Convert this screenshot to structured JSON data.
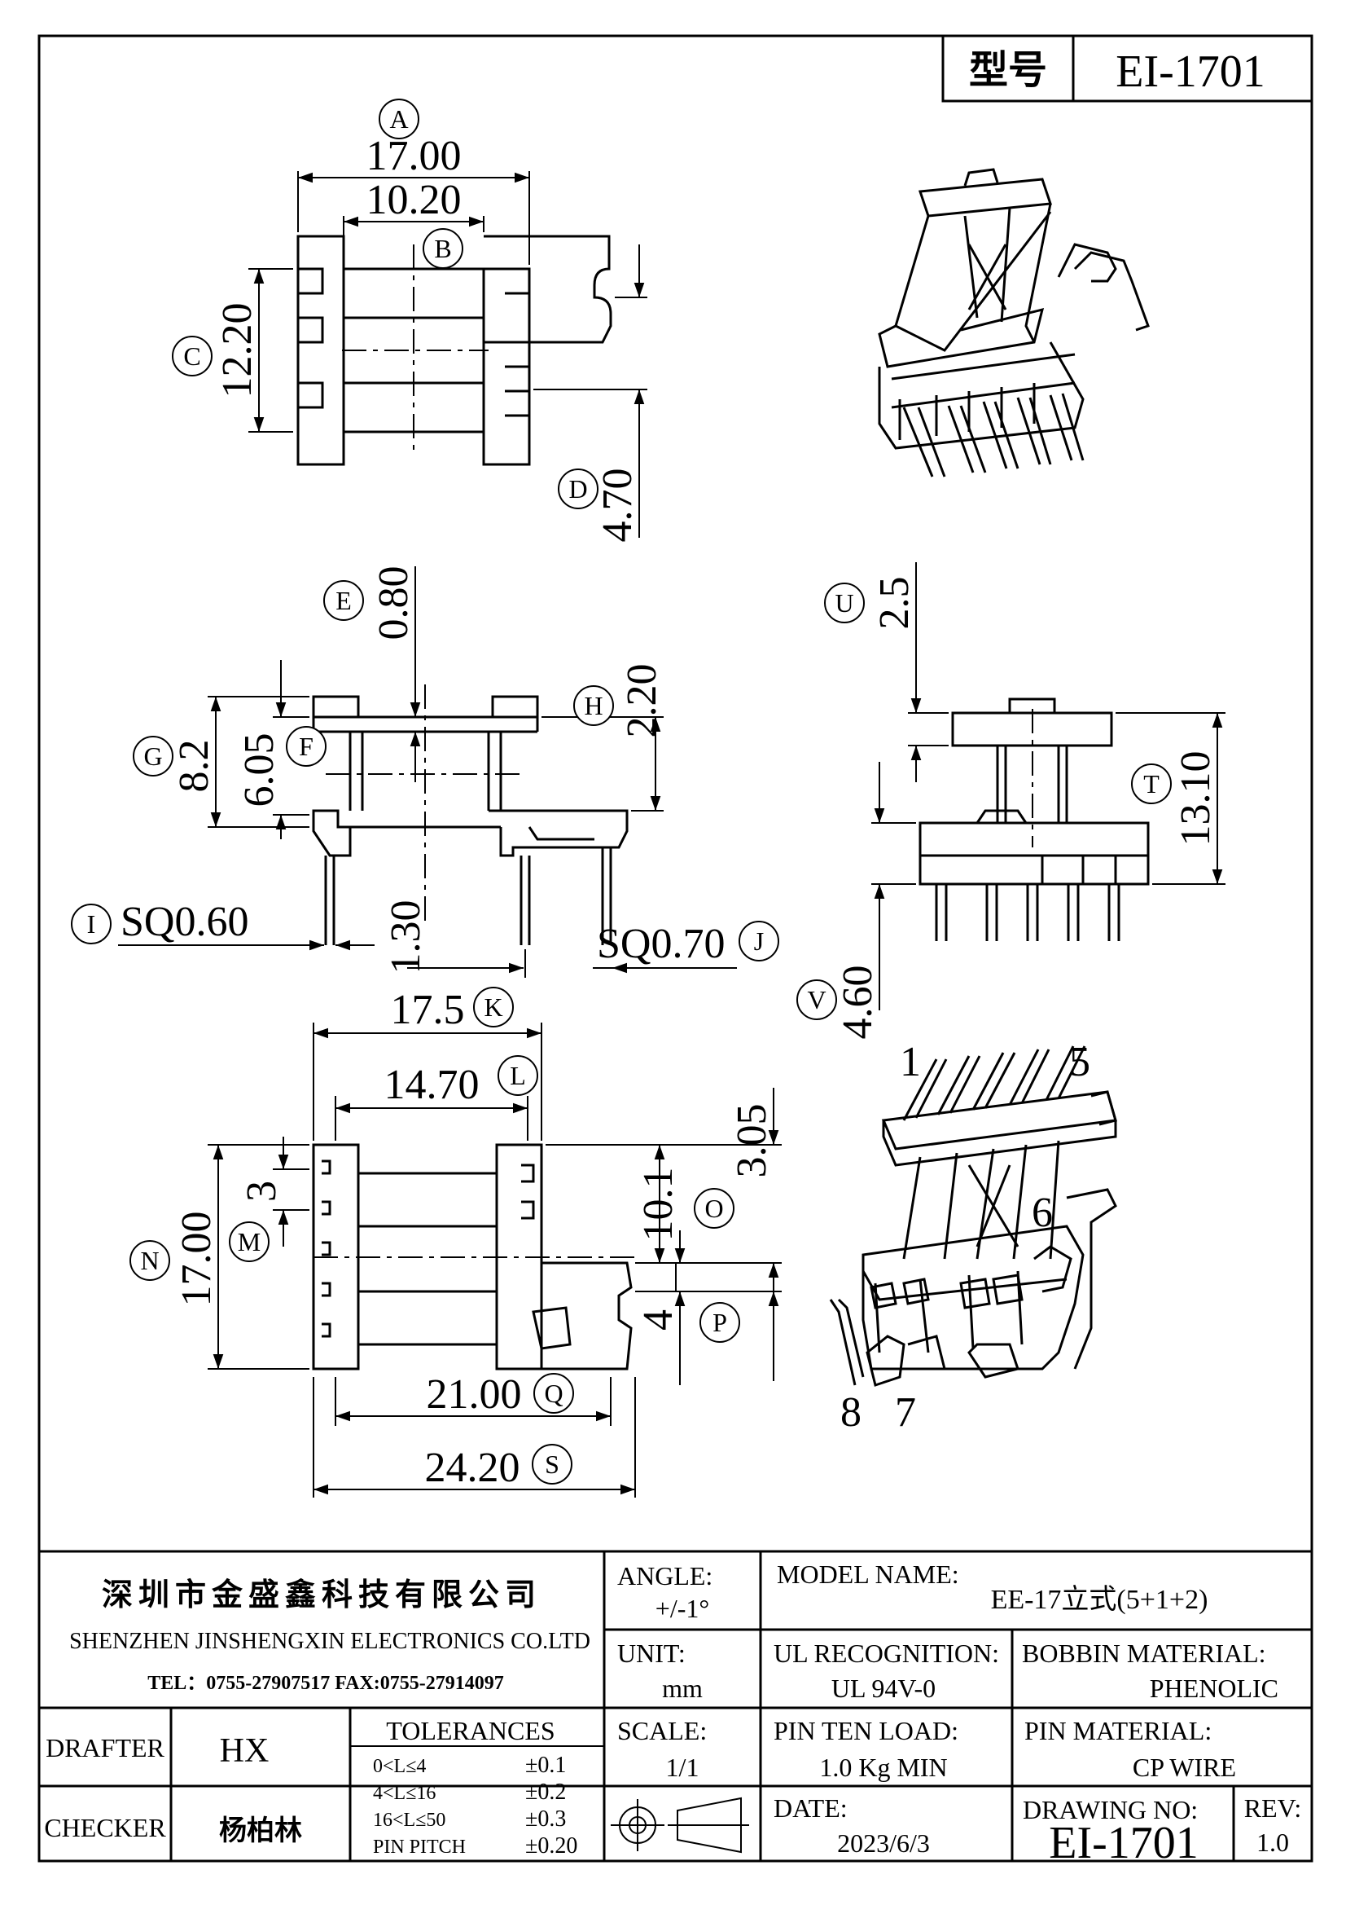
{
  "model_box": {
    "label": "型号",
    "value": "EI-1701"
  },
  "dimensions": {
    "A": "17.00",
    "B": "10.20",
    "C": "12.20",
    "D": "4.70",
    "E": "0.80",
    "F": "6.05",
    "G": "8.2",
    "H": "2.20",
    "I": "SQ0.60",
    "J": "SQ0.70",
    "gap_130": "1.30",
    "U": "2.5",
    "T": "13.10",
    "V": "4.60",
    "K": "17.5",
    "L": "14.70",
    "M": "3",
    "N": "17.00",
    "O_top": "3.05",
    "O": "10.1",
    "P": "4",
    "Q": "21.00",
    "S": "24.20"
  },
  "bubble_letters": [
    "A",
    "B",
    "C",
    "D",
    "E",
    "F",
    "G",
    "H",
    "I",
    "J",
    "K",
    "L",
    "M",
    "N",
    "O",
    "P",
    "Q",
    "S",
    "T",
    "U",
    "V"
  ],
  "pin_numbers": {
    "p1": "1",
    "p5": "5",
    "p6": "6",
    "p7": "7",
    "p8": "8"
  },
  "title_block": {
    "company_cn": "深圳市金盛鑫科技有限公司",
    "company_en": "SHENZHEN JINSHENGXIN ELECTRONICS CO.LTD",
    "contact": "TEL：0755-27907517  FAX:0755-27914097",
    "angle_label": "ANGLE:",
    "angle_value": "+/-1°",
    "model_name_label": "MODEL NAME:",
    "model_name_value": "EE-17立式(5+1+2)",
    "unit_label": "UNIT:",
    "unit_value": "mm",
    "ul_label": "UL RECOGNITION:",
    "ul_value": "UL 94V-0",
    "bobbin_label": "BOBBIN MATERIAL:",
    "bobbin_value": "PHENOLIC",
    "drafter_label": "DRAFTER",
    "drafter_value": "HX",
    "tolerances_label": "TOLERANCES",
    "tolerances": [
      {
        "range": "0<L≤4",
        "tol": "±0.1"
      },
      {
        "range": "4<L≤16",
        "tol": "±0.2"
      },
      {
        "range": "16<L≤50",
        "tol": "±0.3"
      },
      {
        "range": "PIN PITCH",
        "tol": "±0.20"
      }
    ],
    "scale_label": "SCALE:",
    "scale_value": "1/1",
    "pin_load_label": "PIN TEN LOAD:",
    "pin_load_value": "1.0 Kg MIN",
    "pin_material_label": "PIN MATERIAL:",
    "pin_material_value": "CP WIRE",
    "checker_label": "CHECKER",
    "checker_value": "杨柏林",
    "date_label": "DATE:",
    "date_value": "2023/6/3",
    "drawing_no_label": "DRAWING NO:",
    "drawing_no_value": "EI-1701",
    "rev_label": "REV:",
    "rev_value": "1.0"
  }
}
